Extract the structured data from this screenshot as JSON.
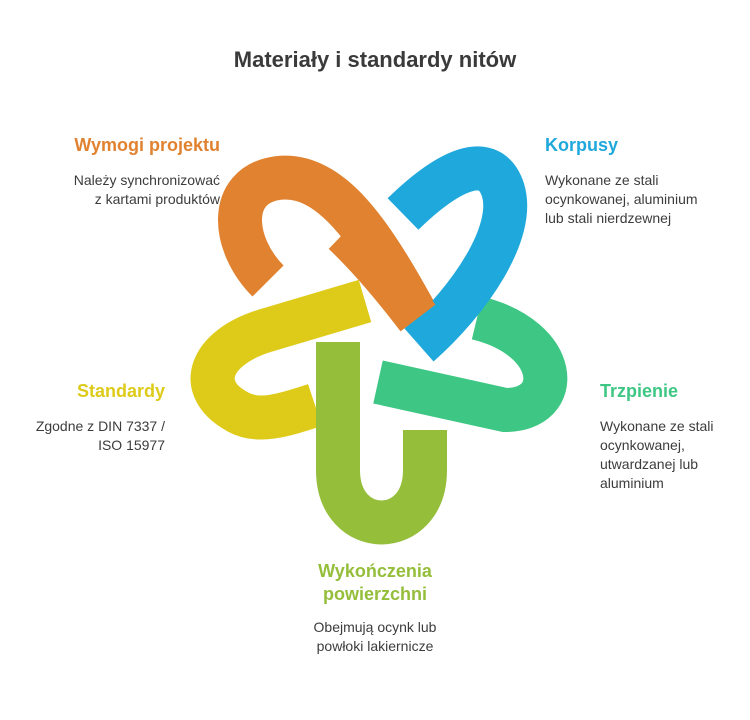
{
  "title": "Materiały i standardy nitów",
  "colors": {
    "orange": "#E0822F",
    "blue": "#1FA8DC",
    "green": "#3EC784",
    "lime": "#95BE3B",
    "yellow": "#DECB19"
  },
  "sections": {
    "wymogi": {
      "heading": "Wymogi projektu",
      "lines": [
        "Należy synchronizować",
        "z kartami produktów"
      ]
    },
    "korpusy": {
      "heading": "Korpusy",
      "lines": [
        "Wykonane ze stali",
        "ocynkowanej, aluminium",
        "lub stali nierdzewnej"
      ]
    },
    "standardy": {
      "heading": "Standardy",
      "lines": [
        "Zgodne z DIN 7337 /",
        "ISO 15977"
      ]
    },
    "trzpienie": {
      "heading": "Trzpienie",
      "lines": [
        "Wykonane ze stali",
        "ocynkowanej,",
        "utwardzanej lub",
        "aluminium"
      ]
    },
    "wykonczenia": {
      "heading": [
        "Wykończenia",
        "powierzchni"
      ],
      "lines": [
        "Obejmują ocynk lub",
        "powłoki lakiernicze"
      ]
    }
  }
}
